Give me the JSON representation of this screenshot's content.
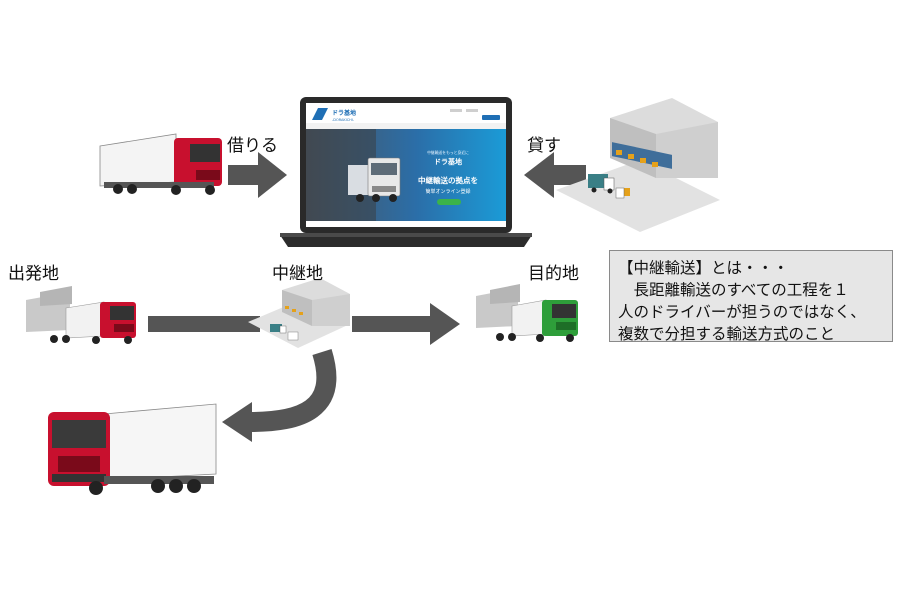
{
  "labels": {
    "borrow": "借りる",
    "lend": "貸す",
    "origin": "出発地",
    "relay": "中継地",
    "destination": "目的地"
  },
  "callout": {
    "line1": "【中継輸送】とは・・・",
    "line2": "　長距離輸送のすべての工程を１",
    "line3": "人のドライバーが担うのではなく、",
    "line4": "複数で分担する輸送方式のこと"
  },
  "website": {
    "logo": "ドラ基地",
    "logo_sub": "-DORAKICHI-",
    "hero_small": "中継輸送をもっと身近に",
    "hero_brand": "ドラ基地",
    "hero_title": "中継輸送の拠点を",
    "hero_subtitle": "簡単オンライン登録"
  },
  "colors": {
    "truck_red": "#c8102e",
    "truck_green": "#2e9e3a",
    "arrow": "#555555",
    "warehouse": "#d8d8d8",
    "site_blue": "#1f6fb5",
    "callout_bg": "#e6e6e6"
  }
}
